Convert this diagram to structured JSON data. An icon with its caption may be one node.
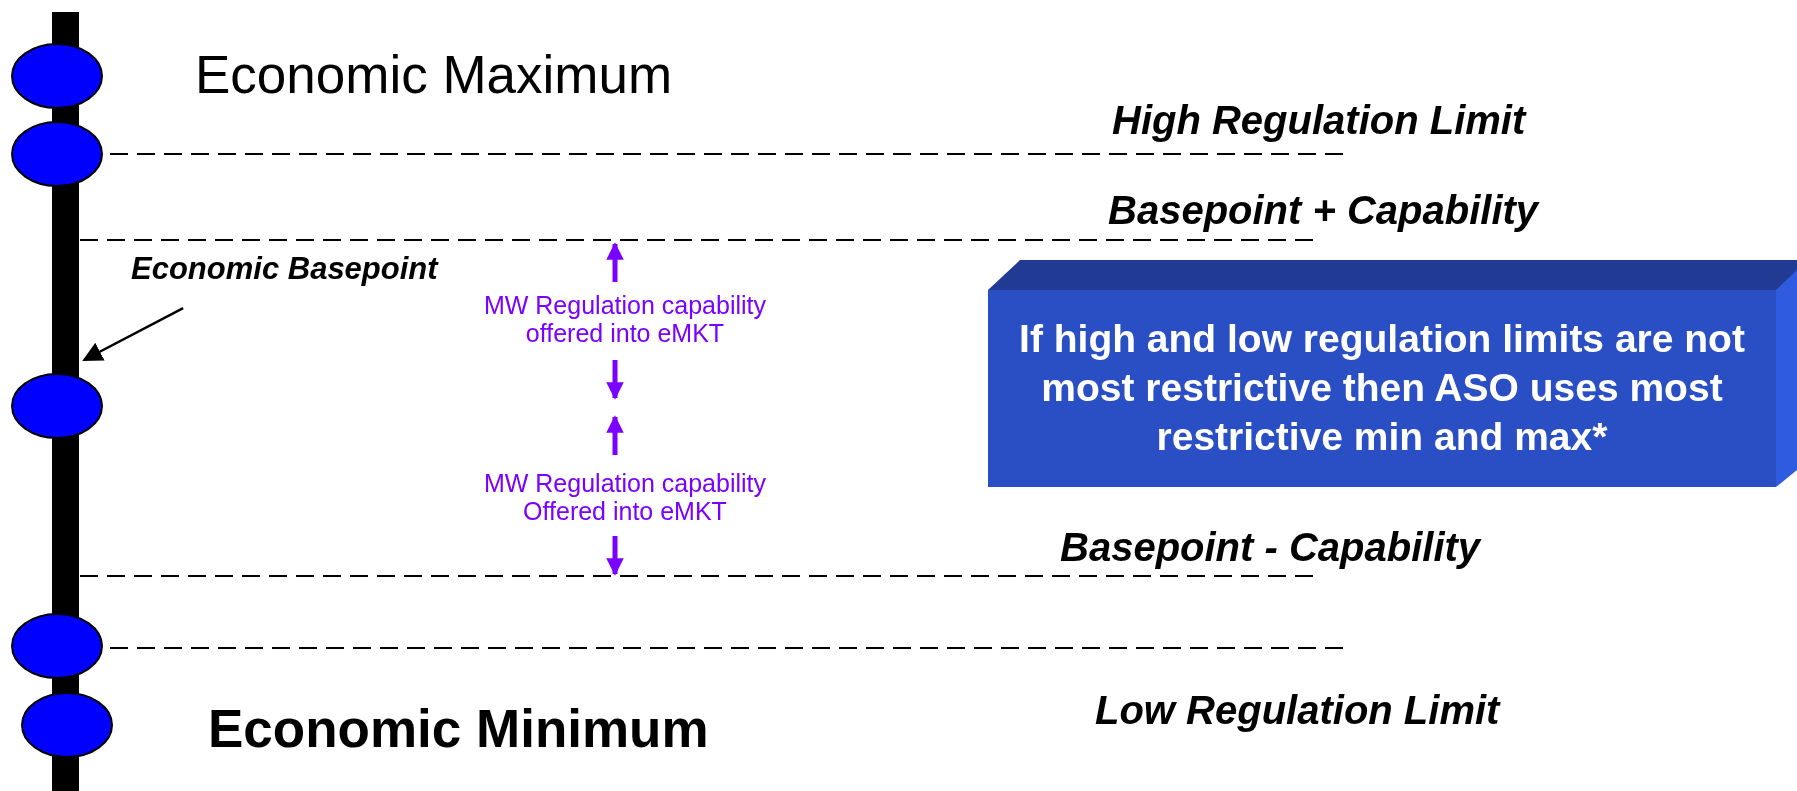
{
  "diagram": {
    "nodes": [
      {
        "text": [],
        "shape": "bar"
      },
      {
        "text": [],
        "shape": "ellipse"
      },
      {
        "text": [],
        "shape": "ellipse"
      },
      {
        "text": [],
        "shape": "ellipse"
      },
      {
        "text": [],
        "shape": "ellipse"
      },
      {
        "text": [],
        "shape": "ellipse"
      },
      {
        "text": [
          "Economic Basepoint"
        ]
      },
      {
        "text": [
          "If high and low regulation limits are not most restrictive then ASO uses most restrictive min and max*"
        ]
      }
    ],
    "edges": [
      {
        "from": 6,
        "to": 0,
        "arrow": "to"
      }
    ],
    "labels": [
      "Economic Maximum",
      "High Regulation Limit",
      "Basepoint + Capability",
      "MW Regulation capability offered into eMKT",
      "MW Regulation capability Offered into eMKT",
      "Basepoint - Capability",
      "Low Regulation Limit",
      "Economic Minimum"
    ]
  }
}
